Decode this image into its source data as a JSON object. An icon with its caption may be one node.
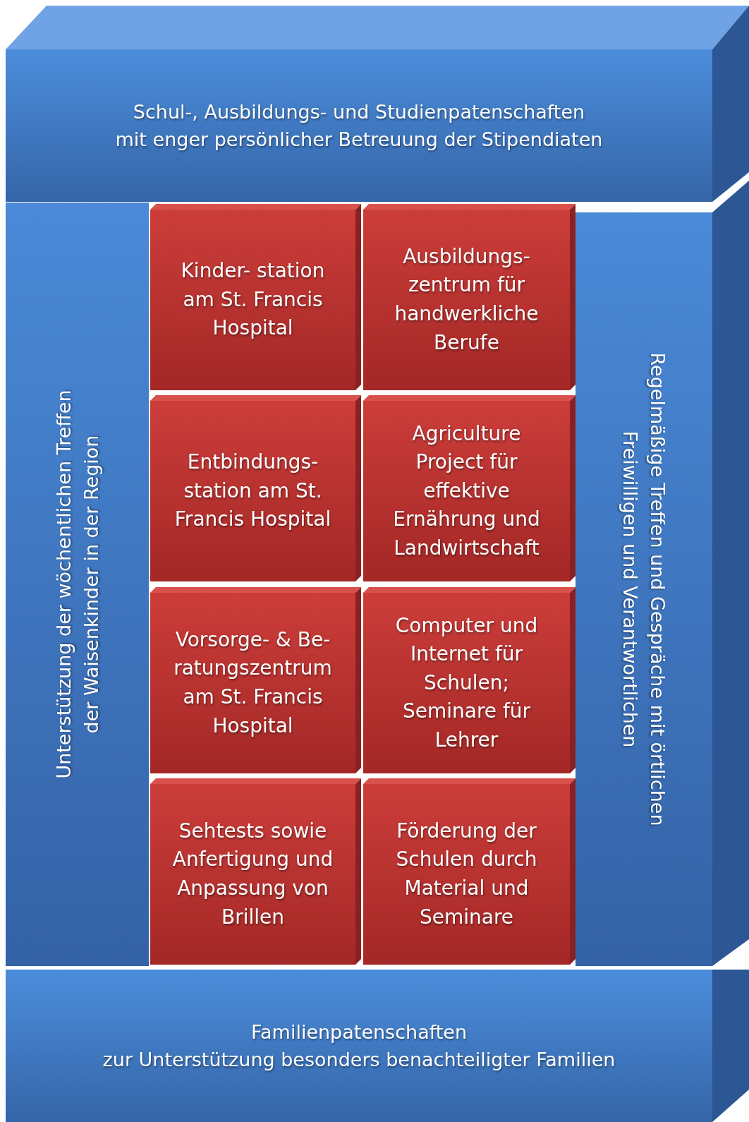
{
  "diagram": {
    "nodes": [
      {
        "text": [
          "Schul-, Ausbildungs- und Studienpatenschaften",
          "mit enger persönlicher Betreuung der Stipendiaten"
        ]
      },
      {
        "text": [
          "Unterstützung der wöchentlichen Treffen der Waisenkinder in der Region"
        ]
      },
      {
        "text": [
          "Kinder- station am St. Francis Hospital"
        ]
      },
      {
        "text": [
          "Ausbildungs- zentrum für handwerkliche Berufe"
        ]
      },
      {
        "text": [
          "Entbindungs- station am St. Francis Hospital"
        ]
      },
      {
        "text": [
          "Agriculture Project für effektive Ernährung und Landwirtschaft"
        ]
      },
      {
        "text": [
          "Vorsorge- & Be- ratungszentrum am St. Francis Hospital"
        ]
      },
      {
        "text": [
          "Computer und Internet für Schulen; Seminare für Lehrer"
        ]
      },
      {
        "text": [
          "Sehtests sowie Anfertigung und Anpassung von Brillen"
        ]
      },
      {
        "text": [
          "Förderung der Schulen durch Material und Seminare"
        ]
      },
      {
        "text": [
          "Regelmäßige Treffen und Gespräche mit örtlichen Freiwilligen und Verantwortlichen"
        ]
      },
      {
        "text": [
          "Familienpatenschaften",
          "zur Unterstützung besonders benachteiligter Familien"
        ]
      }
    ]
  }
}
